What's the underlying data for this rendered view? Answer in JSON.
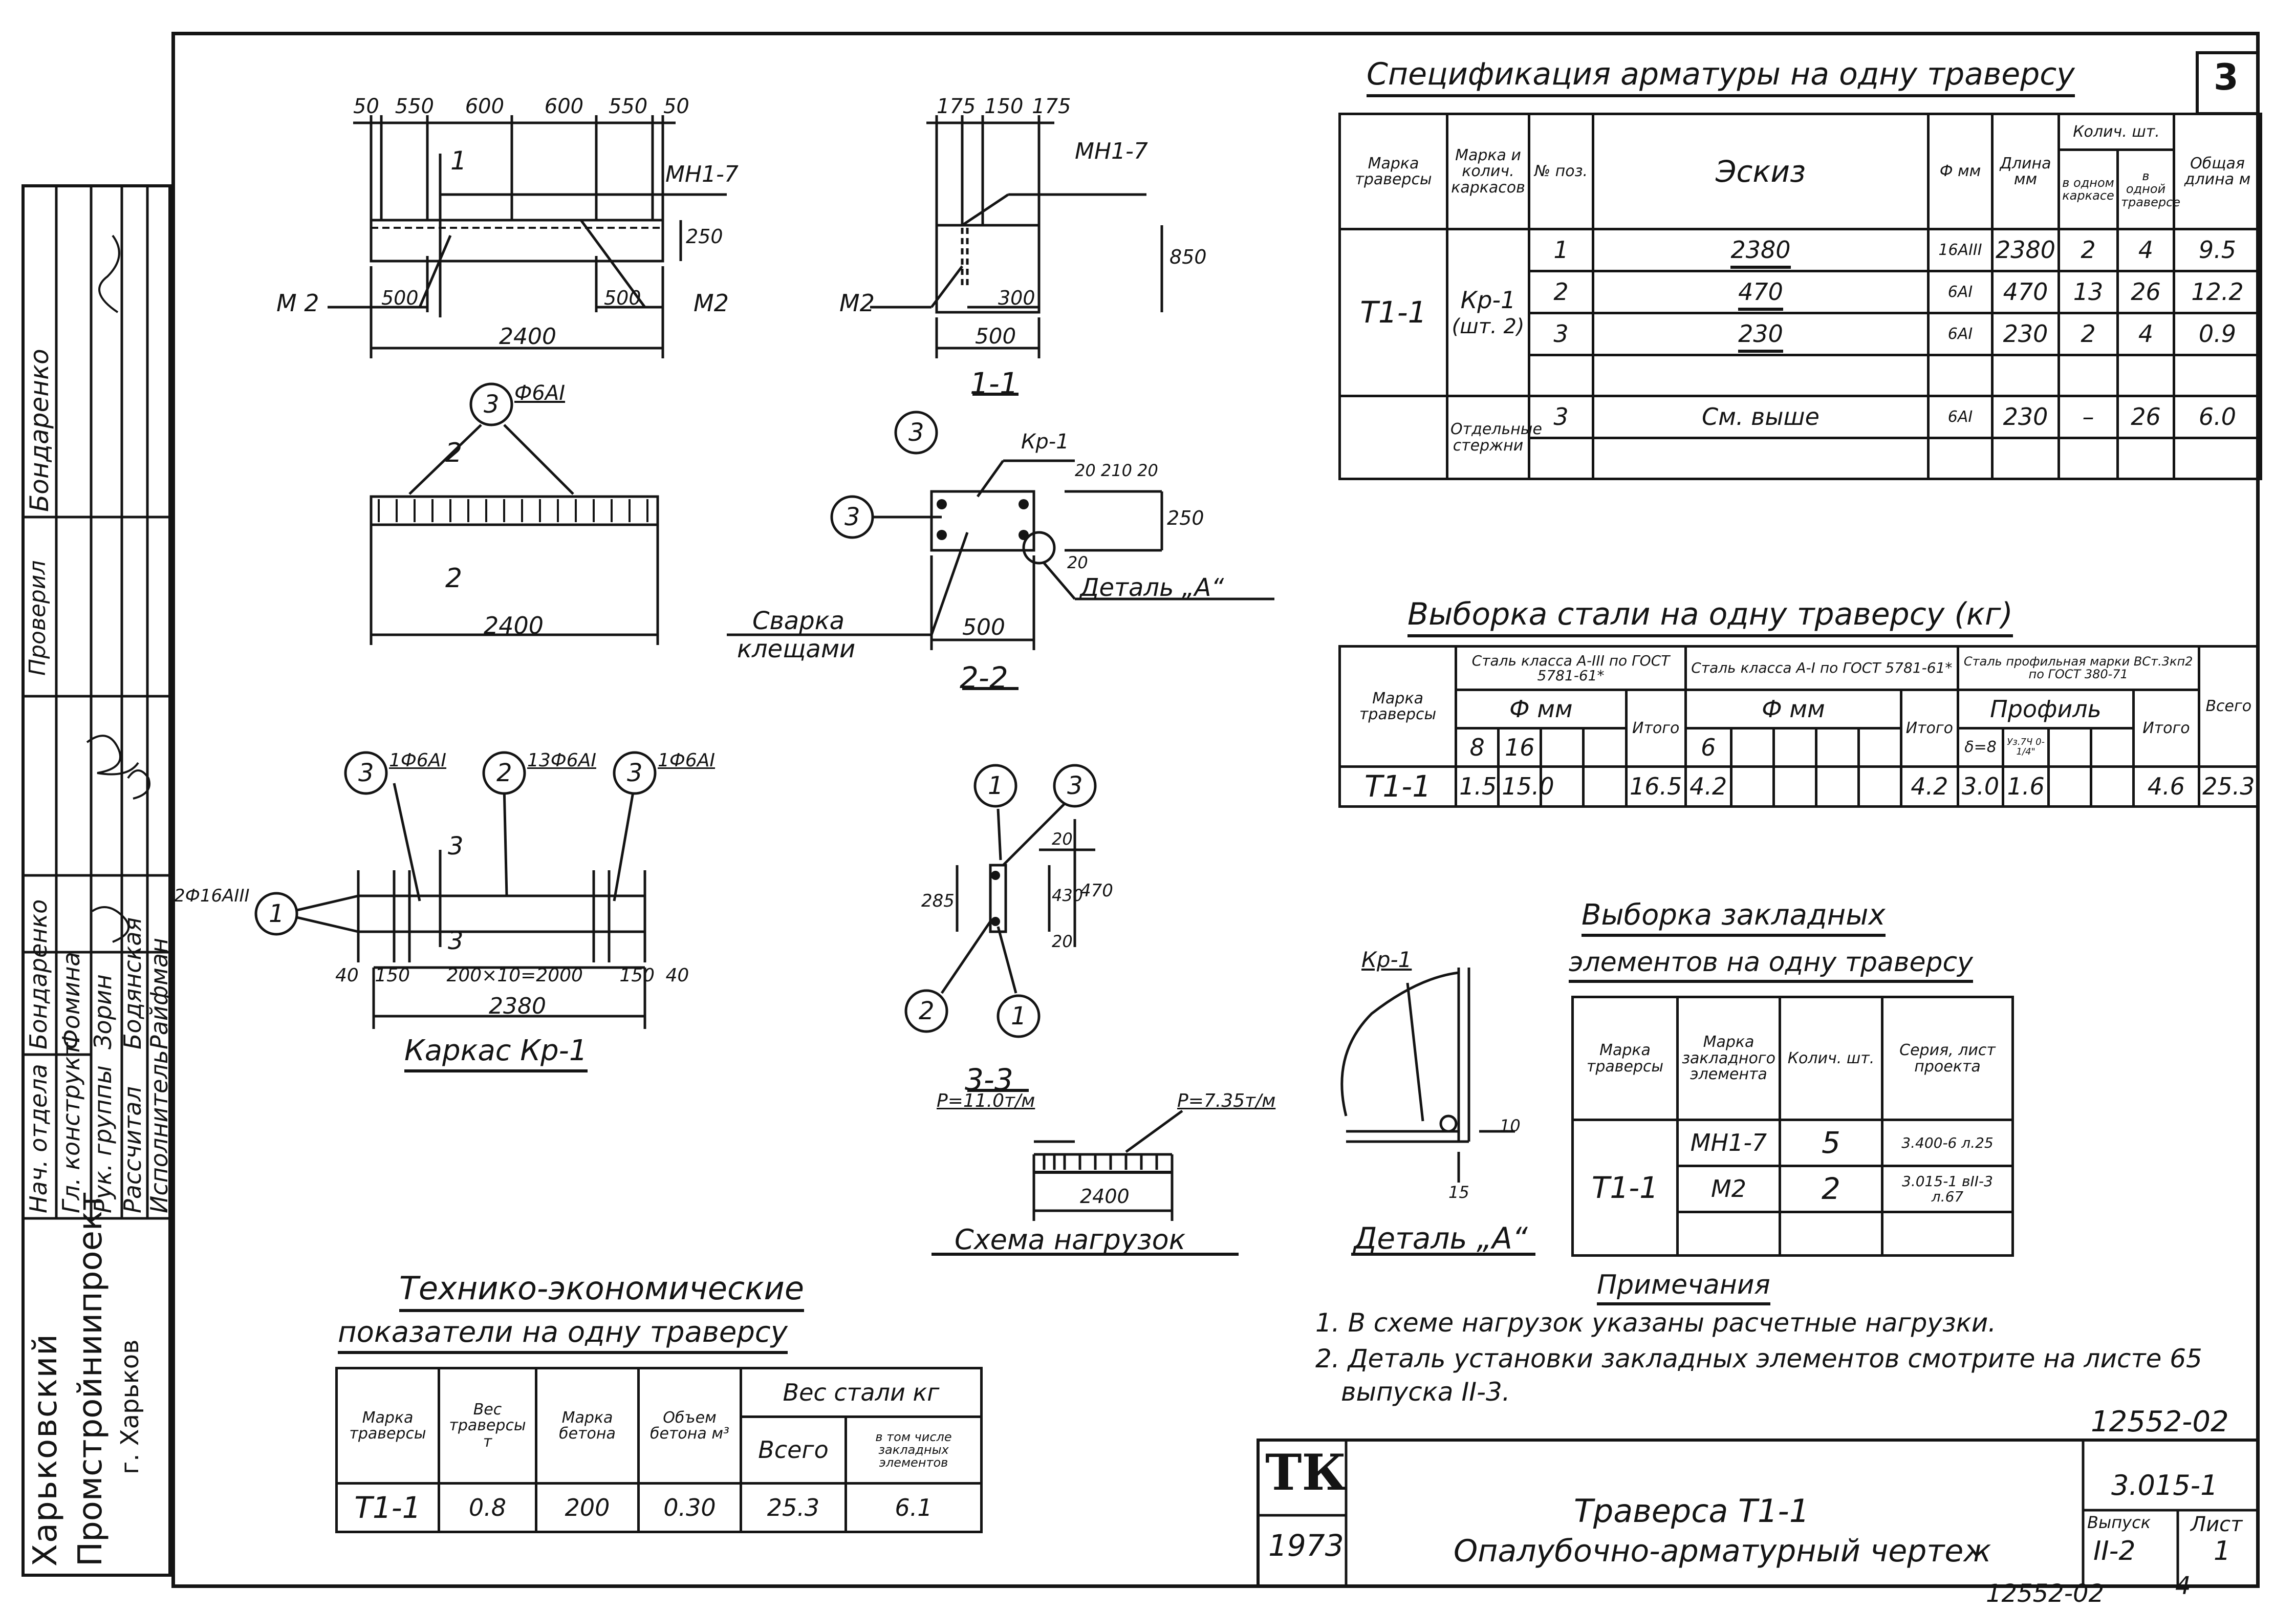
{
  "sheet": {
    "number": "3",
    "archive_top": "12552-02",
    "archive_bottom": "12552-02",
    "mark_right_bottom": "4"
  },
  "drawings": {
    "front_top": {
      "d1": "50",
      "d2": "550",
      "d3": "600",
      "d4": "600",
      "d5": "550",
      "d6": "50",
      "section_mark": "1",
      "part_label_right": "МН1-7",
      "height": "250",
      "left_part": "М 2",
      "right_part": "М2",
      "left_offset": "500",
      "right_offset": "500",
      "total": "2400"
    },
    "section_1_1": {
      "d1": "175",
      "d2": "150",
      "d3": "175",
      "part_label": "МН1-7",
      "height": "850",
      "left_part": "М2",
      "inner": "300",
      "width": "500",
      "title": "1-1"
    },
    "plan": {
      "callout": "3",
      "callout_label": "Ф6АI",
      "section_mark": "2",
      "length": "2400"
    },
    "section_2_2": {
      "callout_top": "3",
      "callout_left": "3",
      "frame_label": "Кр-1",
      "dims_right": "20 210 20",
      "dim_side": "250",
      "dim_bottom_left": "20",
      "weld_label_1": "Сварка",
      "weld_label_2": "клещами",
      "detail_label": "Деталь „А“",
      "width": "500",
      "title": "2-2"
    },
    "frame_kr1": {
      "callout_left": "3",
      "label_left": "1Ф6АI",
      "callout_mid": "2",
      "label_mid": "13Ф6АI",
      "callout_right": "3",
      "label_right": "1Ф6АI",
      "bar_label": "2Ф16АIII",
      "callout_bar": "1",
      "section_mark": "3",
      "d_left": "40",
      "d_left2": "150",
      "d_mid": "200×10=2000",
      "d_right2": "150",
      "d_right": "40",
      "total": "2380",
      "title": "Каркас Кр-1"
    },
    "section_3_3": {
      "callout_1": "1",
      "callout_3": "3",
      "callout_2": "2",
      "callout_1b": "1",
      "dim_left": "285",
      "d_top": "20",
      "d_mid": "430",
      "d_bot": "20",
      "d_total": "470",
      "title": "3-3"
    },
    "load_scheme": {
      "p_left": "Р=11.0т/м",
      "p_right": "Р=7.35т/м",
      "span": "2400",
      "title": "Схема нагрузок"
    },
    "detail_a": {
      "label": "Кр-1",
      "dim_right": "10",
      "dim_bottom": "15",
      "title": "Деталь „А“"
    }
  },
  "spec_table": {
    "title": "Спецификация арматуры на одну траверсу",
    "headers": {
      "mark": "Марка траверсы",
      "frame": "Марка и колич. каркасов",
      "pos": "№ поз.",
      "sketch": "Эскиз",
      "dia": "Ф мм",
      "len": "Длина мм",
      "qty": "Колич. шт.",
      "qty_one": "в одном каркасе",
      "qty_tr": "в одной траверсе",
      "total": "Общая длина м"
    },
    "mark": "Т1-1",
    "frame_mark": "Кр-1",
    "frame_qty": "(шт. 2)",
    "rows": [
      {
        "pos": "1",
        "sketch": "2380",
        "dia": "16АIII",
        "len": "2380",
        "one": "2",
        "tr": "4",
        "tot": "9.5"
      },
      {
        "pos": "2",
        "sketch": "470",
        "dia": "6АI",
        "len": "470",
        "one": "13",
        "tr": "26",
        "tot": "12.2"
      },
      {
        "pos": "3",
        "sketch": "230",
        "dia": "6АI",
        "len": "230",
        "one": "2",
        "tr": "4",
        "tot": "0.9"
      }
    ],
    "separate_label": "Отдельные стержни",
    "separate_row": {
      "pos": "3",
      "sketch": "См. выше",
      "dia": "6АI",
      "len": "230",
      "one": "–",
      "tr": "26",
      "tot": "6.0"
    }
  },
  "steel_table": {
    "title": "Выборка стали на одну траверсу (кг)",
    "headers": {
      "mark": "Марка траверсы",
      "c1": "Сталь класса А-III по ГОСТ 5781-61*",
      "c2": "Сталь класса А-I по ГОСТ 5781-61*",
      "c3": "Сталь профильная марки ВСт.3кп2 по ГОСТ 380-71",
      "dia1": "Ф мм",
      "dia2": "Ф мм",
      "profile": "Профиль",
      "itogo1": "Итого",
      "itogo2": "Итого",
      "itogo3": "Итого",
      "vsego": "Всего",
      "d8": "8",
      "d16": "16",
      "d6": "6",
      "p1": "δ=8",
      "p2": "Уз.7Ч 0-1/4\""
    },
    "row": {
      "mark": "Т1-1",
      "a8": "1.5",
      "a16": "15.0",
      "it1": "16.5",
      "b6": "4.2",
      "it2": "4.2",
      "p1": "3.0",
      "p2": "1.6",
      "it3": "4.6",
      "total": "25.3"
    }
  },
  "embedded_table": {
    "title_1": "Выборка закладных",
    "title_2": "элементов на одну траверсу",
    "headers": {
      "mark": "Марка траверсы",
      "elem": "Марка закладного элемента",
      "qty": "Колич. шт.",
      "series": "Серия, лист проекта"
    },
    "mark": "Т1-1",
    "rows": [
      {
        "elem": "МН1-7",
        "qty": "5",
        "series": "3.400-6 л.25"
      },
      {
        "elem": "М2",
        "qty": "2",
        "series": "3.015-1 вII-3 л.67"
      }
    ]
  },
  "notes": {
    "title": "Примечания",
    "n1": "1. В схеме нагрузок указаны расчетные нагрузки.",
    "n2": "2. Деталь установки закладных элементов смотрите на листе 65",
    "n3": "выпуска II-3."
  },
  "tech_table": {
    "title_1": "Технико-экономические",
    "title_2": "показатели на одну траверсу",
    "headers": {
      "mark": "Марка траверсы",
      "weight": "Вес траверсы т",
      "concrete": "Марка бетона",
      "volume": "Объем бетона м³",
      "steel": "Вес стали кг",
      "all": "Всего",
      "emb": "в том числе закладных элементов"
    },
    "row": {
      "mark": "Т1-1",
      "weight": "0.8",
      "concrete": "200",
      "volume": "0.30",
      "all": "25.3",
      "emb": "6.1"
    }
  },
  "title_block": {
    "logo": "ТК",
    "year": "1973",
    "name_1": "Траверса Т1-1",
    "name_2": "Опалубочно-арматурный чертеж",
    "series": "3.015-1",
    "issue_label": "Выпуск",
    "issue": "II-2",
    "sheet_label": "Лист",
    "sheet": "1"
  },
  "side_stamp": {
    "org_1": "Харьковский",
    "org_2": "Промстройниипроект",
    "org_3": "г. Харьков",
    "roles": [
      "Нач. отдела",
      "Гл. конструкт.",
      "Рук. группы",
      "Рассчитал",
      "Исполнитель"
    ],
    "names": [
      "Бондаренко",
      "Фомина",
      "Зорин",
      "Бодянская",
      "Райфман"
    ],
    "check_label": "Проверил",
    "check_name": "Бондаренко"
  }
}
